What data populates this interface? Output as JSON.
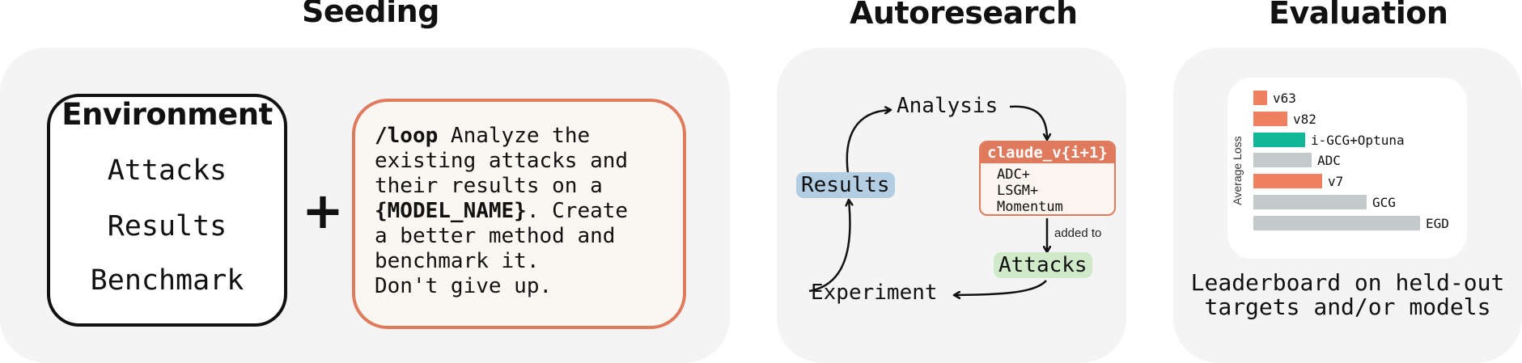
{
  "titles": {
    "seeding": "Seeding",
    "autoresearch": "Autoresearch",
    "evaluation": "Evaluation"
  },
  "seeding": {
    "environment_title": "Environment",
    "items": [
      {
        "label": "Attacks",
        "color": "#cfe9c9"
      },
      {
        "label": "Results",
        "color": "#b3cde2"
      },
      {
        "label": "Benchmark",
        "color": "#decce3"
      }
    ],
    "plus": "+",
    "prompt": {
      "command": "/loop",
      "line1_rest": " Analyze the",
      "line2": "existing attacks and",
      "line3": "their results on a",
      "line4_var": "{MODEL_NAME}",
      "line4_rest": ". Create",
      "line5": "a better method and",
      "line6": "benchmark it.",
      "line7": "Don't give up.",
      "border_color": "#e07a5c"
    }
  },
  "autoresearch": {
    "analysis": "Analysis",
    "results": "Results",
    "results_color": "#b3cde2",
    "experiment": "Experiment",
    "attacks": "Attacks",
    "attacks_color": "#cfe9c9",
    "added_to": "added to",
    "claude_card": {
      "title": "claude_v{i+1}",
      "lines": [
        "ADC+",
        "LSGM+",
        "Momentum"
      ],
      "color": "#e07a5c"
    }
  },
  "evaluation": {
    "caption_line1": "Leaderboard on held-out",
    "caption_line2": "targets and/or models"
  },
  "chart_data": {
    "type": "bar",
    "orientation": "horizontal",
    "ylabel": "Average Loss",
    "categories": [
      "v63",
      "v82",
      "i-GCG+Optuna",
      "ADC",
      "v7",
      "GCG",
      "EGD"
    ],
    "values": [
      0.08,
      0.2,
      0.3,
      0.34,
      0.4,
      0.66,
      0.97
    ],
    "colors": [
      "#ef8160",
      "#ef8160",
      "#12b79a",
      "#c4c9cc",
      "#ef8160",
      "#c4c9cc",
      "#c4c9cc"
    ],
    "xlim": [
      0,
      1
    ],
    "grid": false,
    "legend": "none"
  }
}
